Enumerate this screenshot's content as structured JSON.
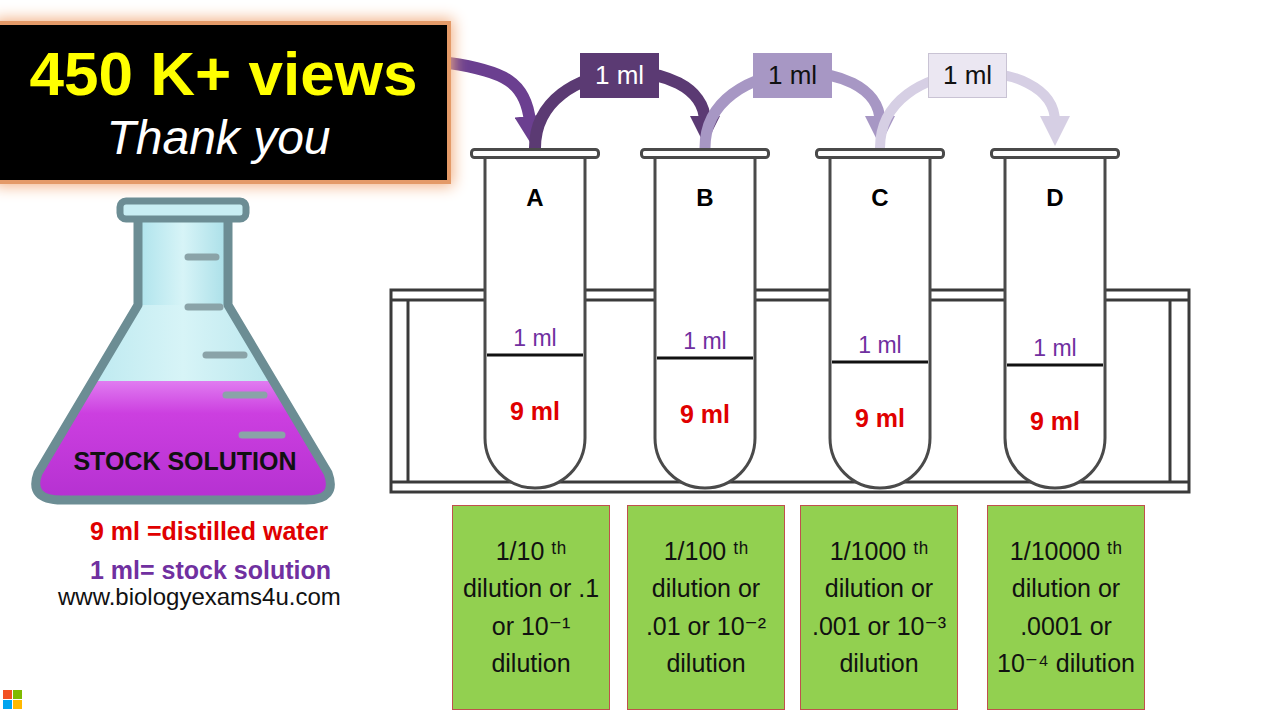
{
  "diagram": {
    "nodes": [
      {
        "text": [
          "450 K+ views",
          "Thank you"
        ]
      },
      {
        "text": [
          "STOCK SOLUTION"
        ]
      },
      {
        "text": [
          "A",
          "1 ml",
          "9 ml"
        ]
      },
      {
        "text": [
          "B",
          "1 ml",
          "9 ml"
        ]
      },
      {
        "text": [
          "C",
          "1 ml",
          "9 ml"
        ]
      },
      {
        "text": [
          "D",
          "1 ml",
          "9 ml"
        ]
      },
      {
        "text": [
          "1/10 ᵗʰ dilution or .1 or 10⁻¹ dilution"
        ]
      },
      {
        "text": [
          "1/100 ᵗʰ dilution or .01 or 10⁻² dilution"
        ]
      },
      {
        "text": [
          "1/1000 ᵗʰ dilution or .001 or 10⁻³ dilution"
        ]
      },
      {
        "text": [
          "1/10000 ᵗʰ dilution or .0001 or 10⁻⁴ dilution"
        ]
      }
    ],
    "edges": [
      {
        "from": 0,
        "to": 2,
        "arrow": "to"
      },
      {
        "from": 2,
        "to": 3,
        "label": "1 ml",
        "arrow": "to"
      },
      {
        "from": 3,
        "to": 4,
        "label": "1 ml",
        "arrow": "to"
      },
      {
        "from": 4,
        "to": 5,
        "label": "1 ml",
        "arrow": "to"
      }
    ],
    "labels": [
      "9 ml =distilled water",
      "1 ml= stock solution",
      "www.biologyexams4u.com"
    ]
  }
}
